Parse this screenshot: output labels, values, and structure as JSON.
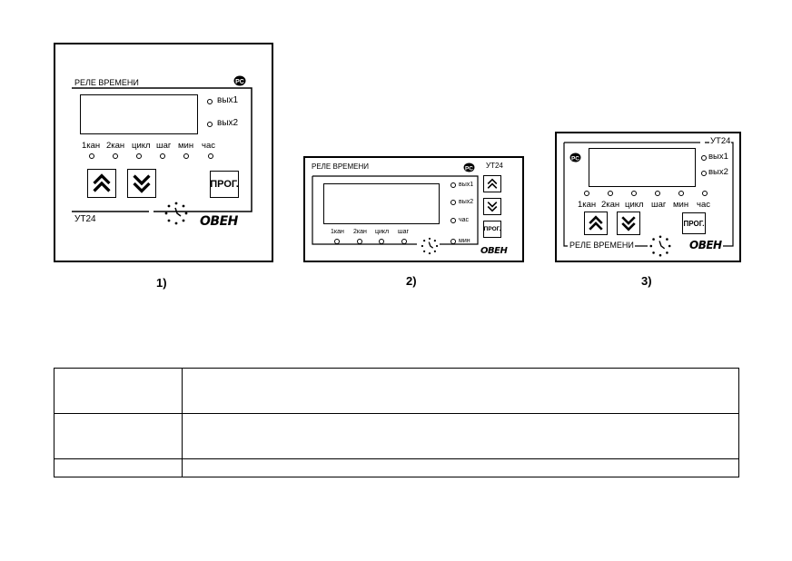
{
  "panel1": {
    "title": "РЕЛЕ ВРЕМЕНИ",
    "model": "УТ24",
    "out1": "вых1",
    "out2": "вых2",
    "modes": [
      "1кан",
      "2кан",
      "цикл",
      "шаг",
      "мин",
      "час"
    ],
    "prog": "ПРОГ.",
    "logo": "ОВЕН",
    "caption": "1)"
  },
  "panel2": {
    "title": "РЕЛЕ ВРЕМЕНИ",
    "model": "УТ24",
    "side_leds": [
      "вых1",
      "вых2",
      "час",
      "мин"
    ],
    "modes": [
      "1кан",
      "2кан",
      "цикл",
      "шаг"
    ],
    "prog": "ПРОГ.",
    "logo": "ОВЕН",
    "caption": "2)"
  },
  "panel3": {
    "title": "РЕЛЕ ВРЕМЕНИ",
    "model": "УТ24",
    "out1": "вых1",
    "out2": "вых2",
    "modes": [
      "1кан",
      "2кан",
      "цикл",
      "шаг",
      "мин",
      "час"
    ],
    "prog": "ПРОГ.",
    "logo": "ОВЕН",
    "caption": "3)"
  },
  "table": {
    "rows": [
      [
        "",
        ""
      ],
      [
        "",
        ""
      ],
      [
        "",
        ""
      ]
    ]
  }
}
